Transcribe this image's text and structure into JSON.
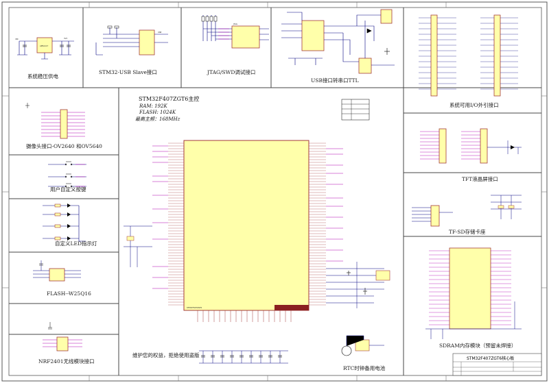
{
  "sheet": {
    "colors": {
      "border": "#555555",
      "chip": "#ffffaa",
      "chip_border": "#a33a3a",
      "net": "#b000b0",
      "wire": "#000080"
    },
    "sections": [
      {
        "id": "power",
        "label": "系统稳压供电"
      },
      {
        "id": "usb_slave",
        "label": "STM32-USB Slave接口"
      },
      {
        "id": "jtag",
        "label": "JTAG/SWD调试接口"
      },
      {
        "id": "usb_ttl",
        "label": "USB接口转串口TTL"
      },
      {
        "id": "io",
        "label": "系统可用I/O外引接口"
      },
      {
        "id": "camera",
        "label": "摄像头接口-OV2640 和OV5640"
      },
      {
        "id": "keys",
        "label": "用户自定义按键"
      },
      {
        "id": "leds",
        "label": "自定义LED指示灯"
      },
      {
        "id": "flash",
        "label": "FLASH--W25Q16"
      },
      {
        "id": "nrf",
        "label": "NRF2401无线模块接口"
      },
      {
        "id": "tft",
        "label": "TFT液晶屏接口"
      },
      {
        "id": "tfsd",
        "label": "TF-SD存储卡座"
      },
      {
        "id": "sdram",
        "label": "SDRAM内存模块（预留未焊接）"
      },
      {
        "id": "rtc",
        "label": "RTC时钟备用电池"
      }
    ],
    "mcu": {
      "title": "STM32F407ZGT6主控",
      "ram": "RAM:   192K",
      "flash": "FLASH:   1024K",
      "freq": "最高主频：168MHz",
      "chip_label": "STM32F407ZGT6"
    },
    "notes": {
      "maintain": "维护您的权益，拒绝使用盗版"
    },
    "title_block": {
      "title": "STM32F407ZGT6核心板"
    }
  }
}
